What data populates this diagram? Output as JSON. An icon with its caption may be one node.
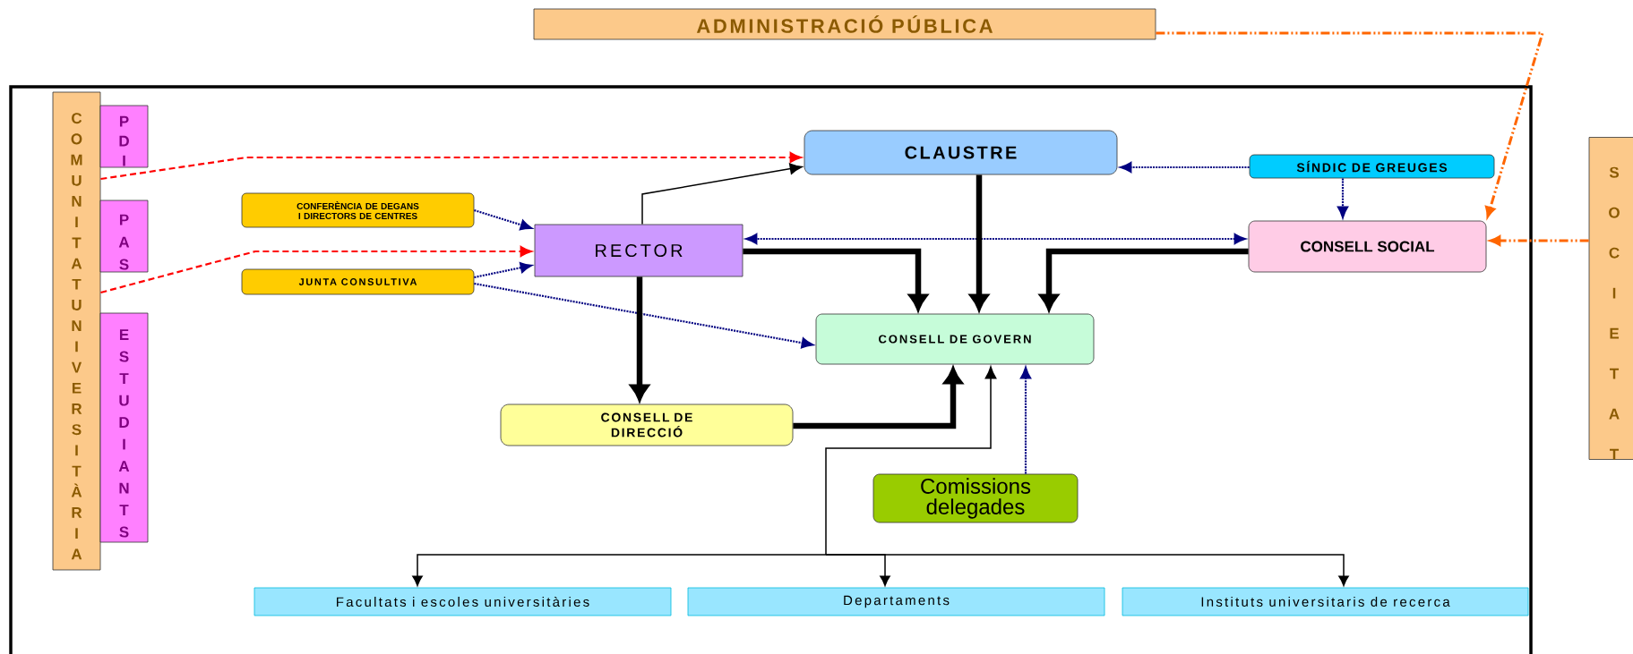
{
  "diagram": {
    "nodes": [
      {
        "text": [
          "ADMINISTRACIÓ PÚBLICA"
        ]
      },
      {
        "text": [
          "COMUNITAT UNIVERSITÀRIA"
        ]
      },
      {
        "text": [
          "PDI"
        ]
      },
      {
        "text": [
          "PAS"
        ]
      },
      {
        "text": [
          "ESTUDIANTS"
        ]
      },
      {
        "text": [
          "CLAUSTRE"
        ]
      },
      {
        "text": [
          "SÍNDIC DE GREUGES"
        ]
      },
      {
        "text": [
          "CONFERÈNCIA DE DEGANS I DIRECTORS DE CENTRES"
        ]
      },
      {
        "text": [
          "RECTOR"
        ]
      },
      {
        "text": [
          "CONSELL SOCIAL"
        ]
      },
      {
        "text": [
          "JUNTA CONSULTIVA"
        ]
      },
      {
        "text": [
          "CONSELL DE GOVERN"
        ]
      },
      {
        "text": [
          "CONSELL DE DIRECCIÓ"
        ]
      },
      {
        "text": [
          "Comissions delegades"
        ]
      },
      {
        "text": [
          "Facultats i escoles universitàries"
        ]
      },
      {
        "text": [
          "Departaments"
        ]
      },
      {
        "text": [
          "Instituts universitaris de recerca"
        ]
      },
      {
        "text": [
          "SOCIETAT"
        ]
      }
    ],
    "edges": [
      {
        "from": 1,
        "to": 5,
        "arrow": "to",
        "style": "dashed",
        "color": "#ff0000"
      },
      {
        "from": 1,
        "to": 8,
        "arrow": "to",
        "style": "dashed",
        "color": "#ff0000"
      },
      {
        "from": 7,
        "to": 8,
        "arrow": "to",
        "style": "dashed",
        "color": "#000080"
      },
      {
        "from": 10,
        "to": 8,
        "arrow": "to",
        "style": "dashed",
        "color": "#000080"
      },
      {
        "from": 10,
        "to": 11,
        "arrow": "to",
        "style": "dashed",
        "color": "#000080"
      },
      {
        "from": 8,
        "to": 5,
        "arrow": "to"
      },
      {
        "from": 6,
        "to": 5,
        "arrow": "to",
        "style": "dashed",
        "color": "#000080"
      },
      {
        "from": 6,
        "to": 9,
        "arrow": "to",
        "style": "dashed",
        "color": "#000080"
      },
      {
        "from": 9,
        "to": 8,
        "arrow": "both",
        "style": "dashed",
        "color": "#000080"
      },
      {
        "from": 8,
        "to": 11,
        "arrow": "to",
        "style": "thick"
      },
      {
        "from": 5,
        "to": 11,
        "arrow": "to",
        "style": "thick"
      },
      {
        "from": 9,
        "to": 11,
        "arrow": "to",
        "style": "thick"
      },
      {
        "from": 8,
        "to": 12,
        "arrow": "to",
        "style": "thick"
      },
      {
        "from": 12,
        "to": 11,
        "arrow": "to",
        "style": "thick"
      },
      {
        "from": 14,
        "to": 11,
        "arrow": "both"
      },
      {
        "from": 15,
        "to": 11,
        "arrow": "both"
      },
      {
        "from": 16,
        "to": 11,
        "arrow": "both"
      },
      {
        "from": 13,
        "to": 11,
        "arrow": "to",
        "style": "dashed",
        "color": "#000080"
      },
      {
        "from": 0,
        "to": 9,
        "arrow": "to",
        "style": "dashed",
        "color": "#ff6600"
      },
      {
        "from": 17,
        "to": 9,
        "arrow": "to",
        "style": "dashed",
        "color": "#ff6600"
      }
    ]
  }
}
